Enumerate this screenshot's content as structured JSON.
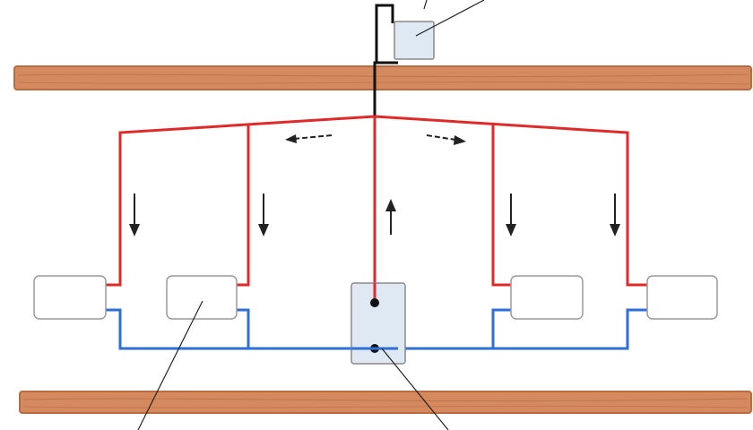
{
  "diagram": {
    "description_visible_text": "",
    "colors": {
      "wood": "#d48a5e",
      "wood_grain": "#b96b42",
      "supply_pipe": "#e02a2a",
      "return_pipe": "#2f6fd6",
      "expansion_pipe": "#111111",
      "radiator_fill": "#ffffff",
      "radiator_stroke": "#9a9a9a",
      "boiler_fill": "#dfe9f3",
      "tank_fill": "#dfe9f3",
      "leader_line": "#222222",
      "arrow": "#222222"
    },
    "icons": {
      "flow_arrow": "arrow-icon",
      "radiator": "radiator-icon",
      "boiler": "boiler-icon",
      "expansion_tank": "expansion-tank-icon"
    },
    "flow_directions": [
      "left",
      "right",
      "down",
      "down",
      "up",
      "down",
      "down"
    ]
  }
}
